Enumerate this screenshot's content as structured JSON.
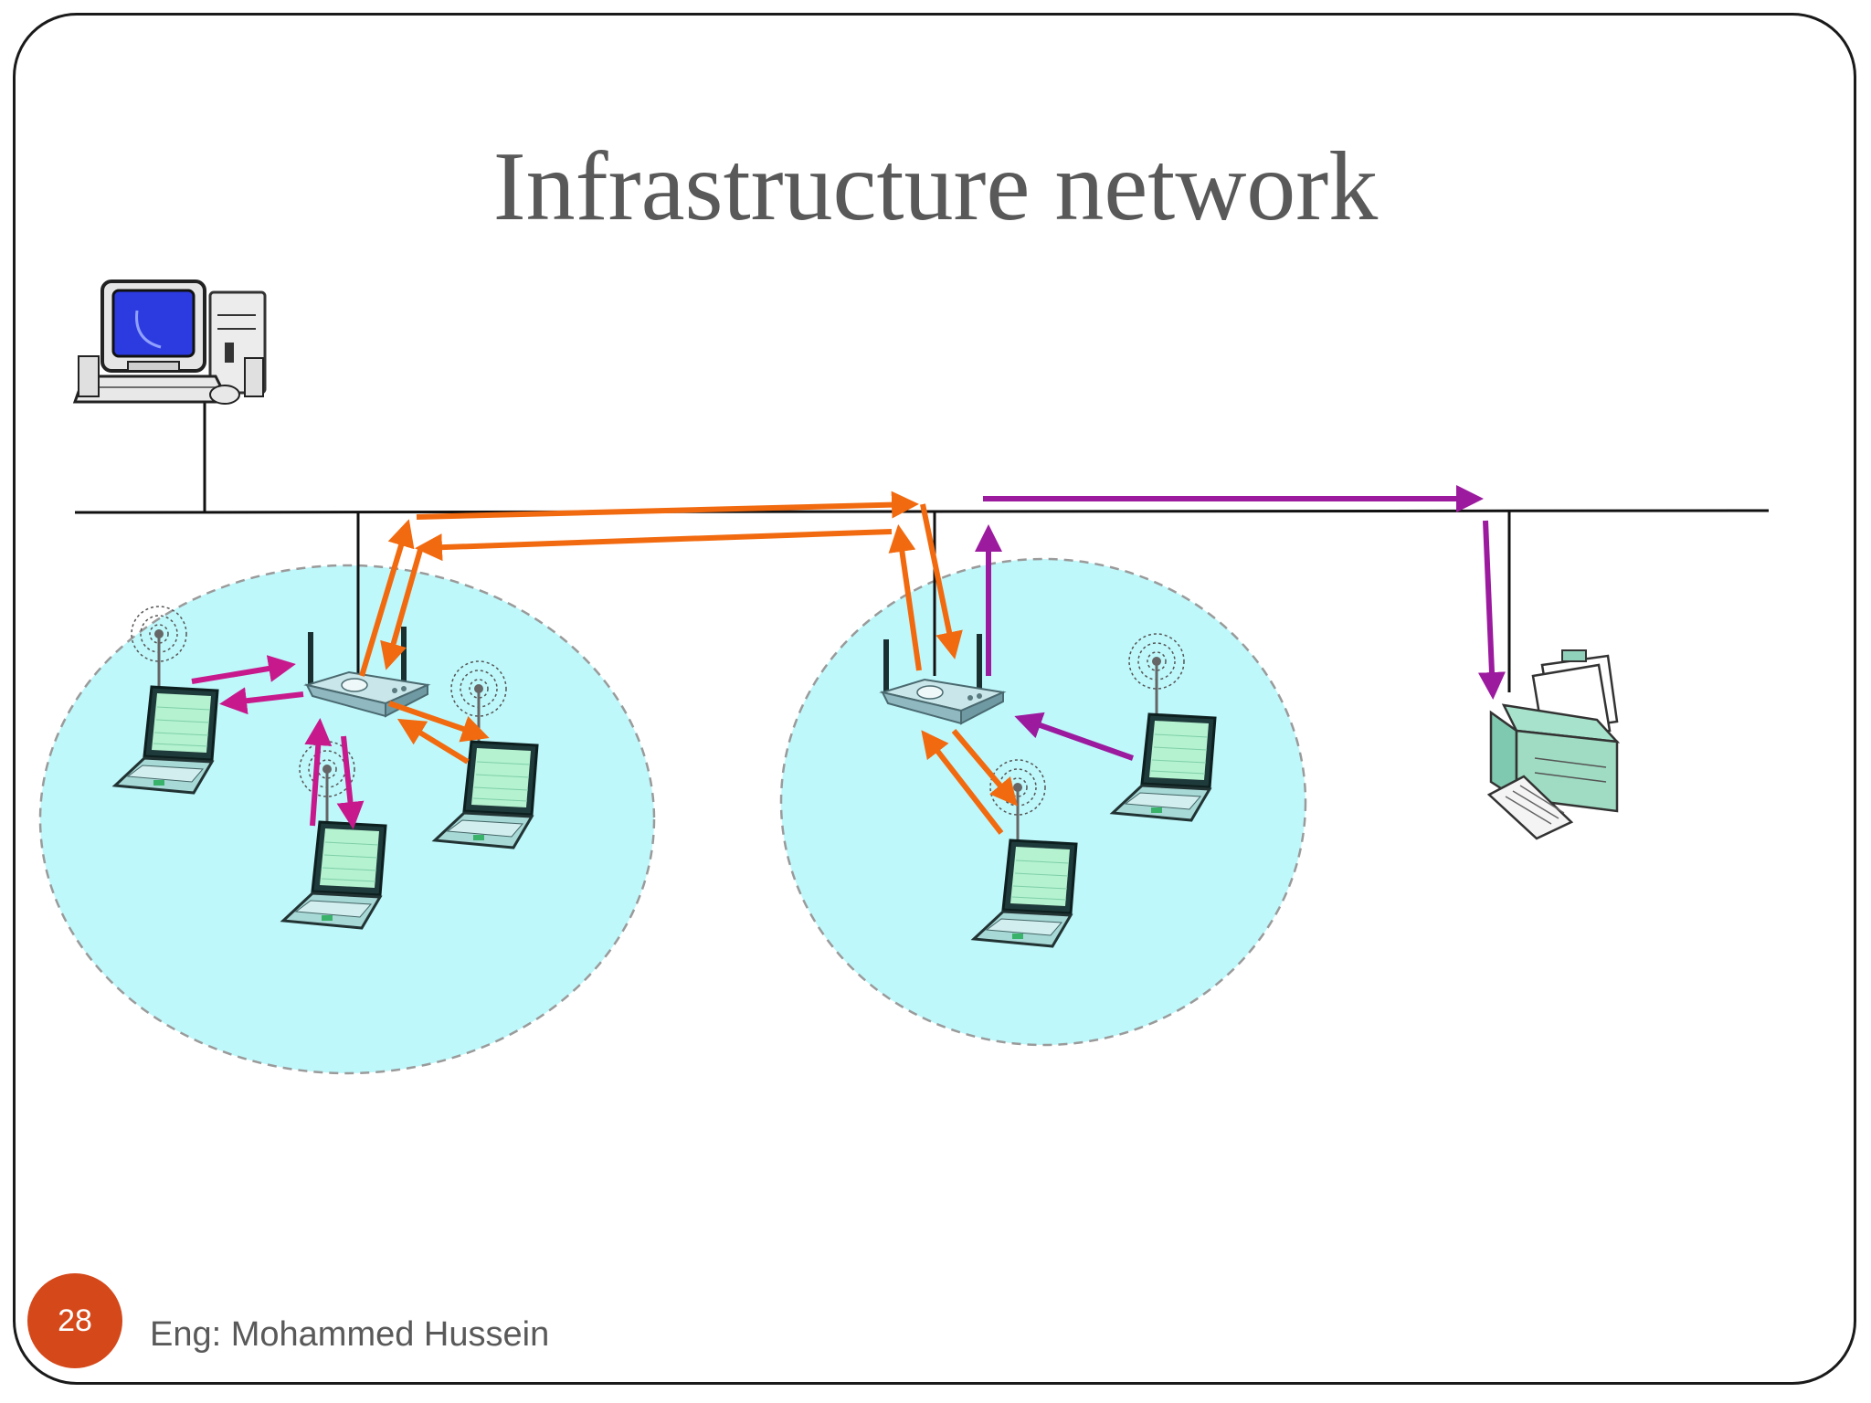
{
  "slide": {
    "title": "Infrastructure network",
    "page_number": "28",
    "author": "Eng: Mohammed Hussein"
  },
  "colors": {
    "cell_fill": "#bff8fb",
    "cell_border": "#9a9a9a",
    "orange_arrow": "#f26a0f",
    "magenta_arrow": "#c8198c",
    "purple_arrow": "#9b1a9e",
    "backbone": "#111111",
    "page_badge": "#d5481a"
  },
  "diagram": {
    "nodes": [
      "desktop-computer",
      "access-point-1",
      "access-point-2",
      "laptop-1",
      "laptop-2",
      "laptop-3",
      "laptop-4",
      "laptop-5",
      "printer"
    ]
  }
}
